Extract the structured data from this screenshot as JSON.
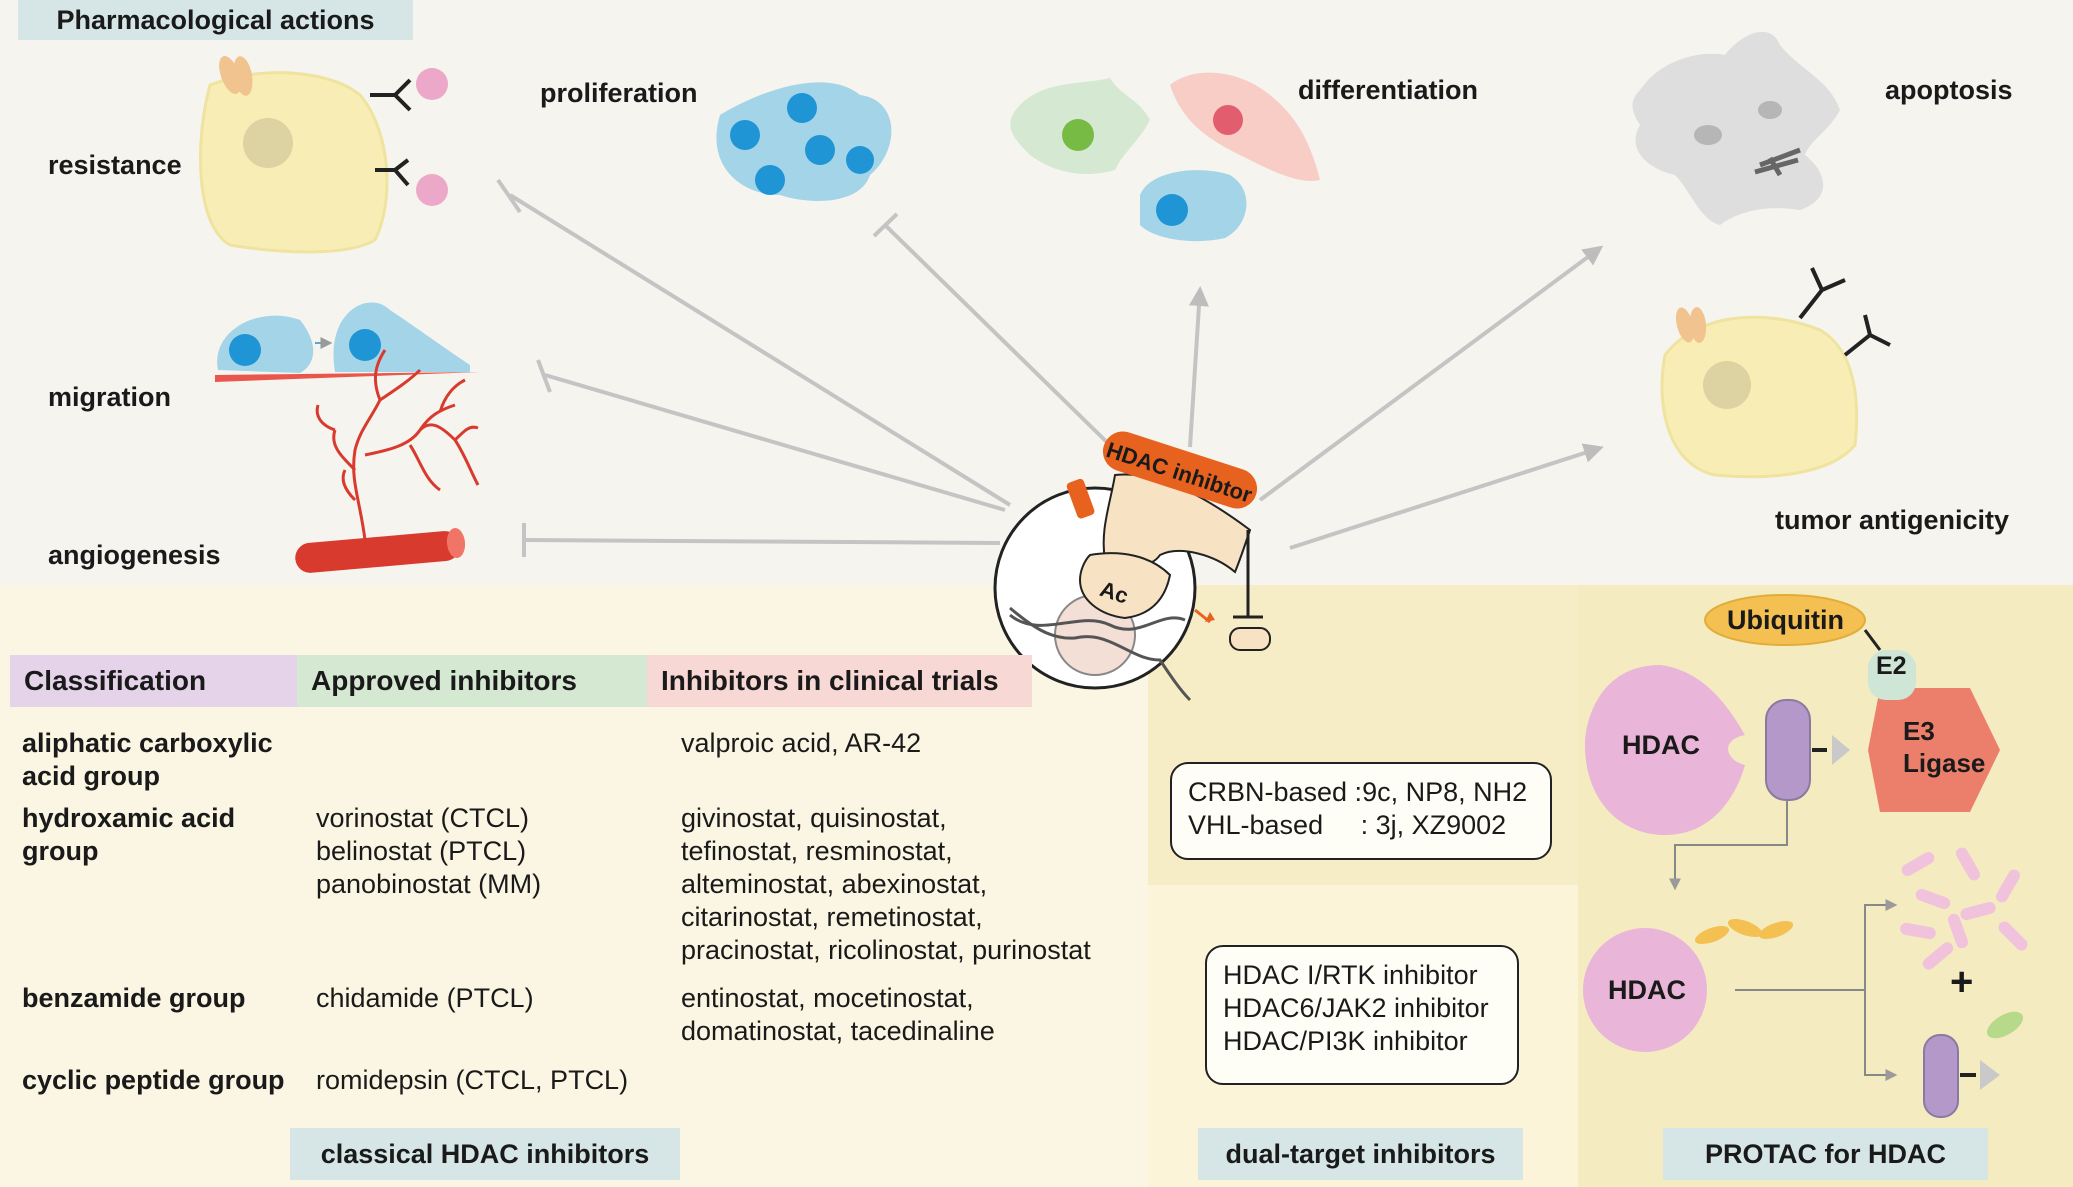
{
  "top": {
    "title": "Pharmacological actions",
    "actions": {
      "resistance": "resistance",
      "migration": "migration",
      "angiogenesis": "angiogenesis",
      "proliferation": "proliferation",
      "differentiation": "differentiation",
      "apoptosis": "apoptosis",
      "tumor_antigenicity": "tumor antigenicity"
    },
    "center": {
      "drug": "HDAC inhibtor",
      "ac": "Ac"
    }
  },
  "table": {
    "headers": [
      "Classification",
      "Approved inhibitors",
      "Inhibitors in clinical trials"
    ],
    "rows": [
      {
        "classification": [
          "aliphatic carboxylic",
          "acid group"
        ],
        "approved": [],
        "trials": [
          "valproic acid, AR-42"
        ]
      },
      {
        "classification": [
          "hydroxamic acid",
          "group"
        ],
        "approved": [
          "vorinostat (CTCL)",
          "belinostat (PTCL)",
          "panobinostat (MM)"
        ],
        "trials": [
          "givinostat, quisinostat,",
          "tefinostat, resminostat,",
          "alteminostat, abexinostat,",
          "citarinostat, remetinostat,",
          "pracinostat, ricolinostat, purinostat"
        ]
      },
      {
        "classification": [
          "benzamide group"
        ],
        "approved": [
          "chidamide (PTCL)"
        ],
        "trials": [
          "entinostat, mocetinostat,",
          "domatinostat, tacedinaline"
        ]
      },
      {
        "classification": [
          "cyclic peptide group"
        ],
        "approved": [
          "romidepsin (CTCL, PTCL)"
        ],
        "trials": []
      }
    ],
    "footer": "classical HDAC inhibitors"
  },
  "middle": {
    "protac_box": [
      "CRBN-based :9c, NP8, NH2",
      "VHL-based     : 3j, XZ9002"
    ],
    "dual_box": [
      "HDAC I/RTK inhibitor",
      "HDAC6/JAK2 inhibitor",
      "HDAC/PI3K inhibitor"
    ],
    "footer": "dual-target inhibitors"
  },
  "protac": {
    "ubiquitin": "Ubiquitin",
    "e2": "E2",
    "e3_line1": "E3",
    "e3_line2": "Ligase",
    "hdac_top": "HDAC",
    "hdac_bottom": "HDAC",
    "plus": "+",
    "footer": "PROTAC for HDAC"
  },
  "colors": {
    "background_top": "#f6f4ee",
    "background_bottom": "#faf6e3",
    "protac_bg": "#f8efc5",
    "header_purple": "#e5d4e9",
    "header_green": "#d5e8d2",
    "header_pink": "#f7d8d4",
    "tag_blue": "#d6e6e7",
    "hdac_pink": "#e9b5d8",
    "e3_coral": "#ec7f6b",
    "ubiquitin_orange": "#f4c052",
    "inhibitor_orange": "#e8621f"
  }
}
